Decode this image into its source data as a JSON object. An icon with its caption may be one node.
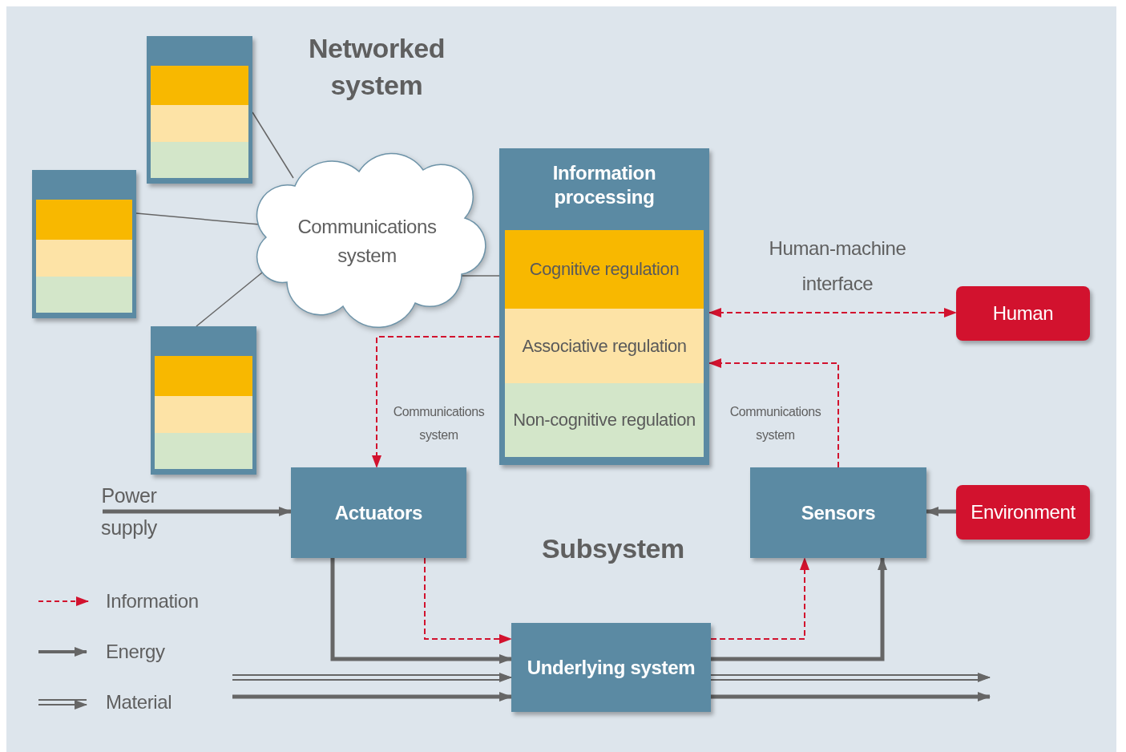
{
  "diagram": {
    "nodes": [
      {
        "text": [],
        "shape": "box"
      },
      {
        "text": [],
        "shape": "box"
      },
      {
        "text": [],
        "shape": "box"
      },
      {
        "text": [
          "Communications system"
        ]
      },
      {
        "text": [
          "Information processing"
        ]
      },
      {
        "text": [
          "Cognitive regulation"
        ],
        "in": 4
      },
      {
        "text": [
          "Associative regulation"
        ],
        "in": 4
      },
      {
        "text": [
          "Non-cognitive regulation"
        ],
        "in": 4
      },
      {
        "text": [
          "Human"
        ]
      },
      {
        "text": [
          "Actuators"
        ]
      },
      {
        "text": [
          "Sensors"
        ]
      },
      {
        "text": [
          "Environment"
        ]
      },
      {
        "text": [
          "Underlying system"
        ]
      },
      {
        "text": [
          "Power supply"
        ]
      }
    ],
    "edges": [
      {
        "from": 0,
        "to": 3,
        "arrow": "none"
      },
      {
        "from": 1,
        "to": 3,
        "arrow": "none"
      },
      {
        "from": 2,
        "to": 3,
        "arrow": "none"
      },
      {
        "from": 3,
        "to": 4,
        "arrow": "none"
      },
      {
        "from": 4,
        "to": 9,
        "arrow": "to",
        "style": "dashed",
        "color": "#d2122e"
      },
      {
        "from": 4,
        "to": 8,
        "arrow": "both",
        "style": "dashed",
        "color": "#d2122e",
        "label": "Human-machine interface"
      },
      {
        "from": 10,
        "to": 4,
        "arrow": "to",
        "style": "dashed",
        "color": "#d2122e"
      },
      {
        "from": 13,
        "to": 9,
        "arrow": "to",
        "style": "thick"
      },
      {
        "from": 11,
        "to": 10,
        "arrow": "to",
        "style": "thick"
      },
      {
        "from": 9,
        "to": 12,
        "arrow": "to",
        "style": "thick"
      },
      {
        "from": 9,
        "to": 12,
        "arrow": "to",
        "style": "dashed",
        "color": "#d2122e"
      },
      {
        "from": 12,
        "to": 10,
        "arrow": "to",
        "style": "dashed",
        "color": "#d2122e"
      },
      {
        "from": 12,
        "to": 10,
        "arrow": "to",
        "style": "thick"
      },
      {
        "from": null,
        "to": 12,
        "arrow": "to"
      },
      {
        "from": null,
        "to": 12,
        "arrow": "to",
        "style": "thick"
      },
      {
        "from": 12,
        "to": null,
        "arrow": "to"
      },
      {
        "from": 12,
        "to": null,
        "arrow": "to",
        "style": "thick"
      }
    ],
    "labels": [
      "Networked system",
      "Communications system",
      "Communications system",
      "Subsystem"
    ],
    "legend": [
      {
        "text": "Information"
      },
      {
        "text": "Energy"
      },
      {
        "text": "Material"
      }
    ]
  }
}
